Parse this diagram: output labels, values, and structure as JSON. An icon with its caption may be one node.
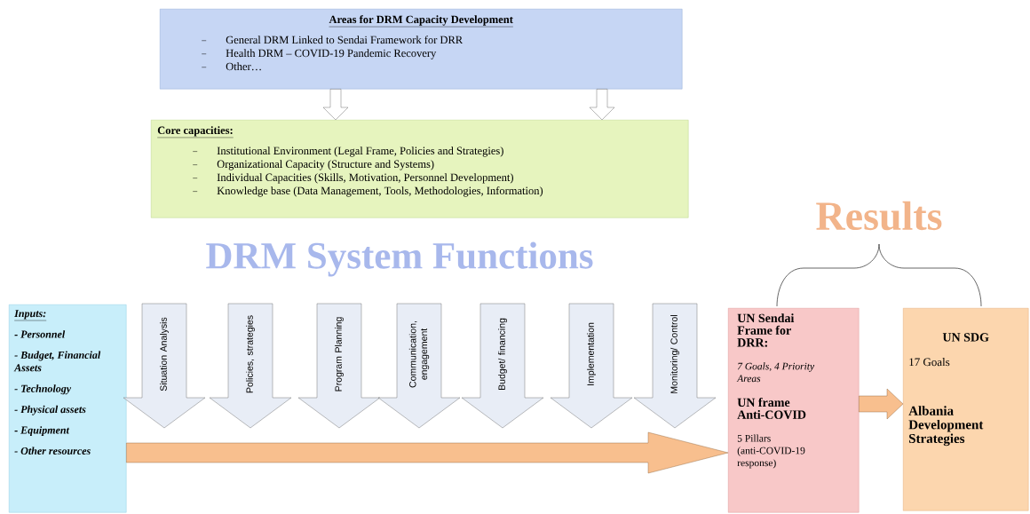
{
  "diagram": {
    "nodes": [
      {
        "text": [
          "Areas for DRM Capacity Development",
          "General DRM Linked to Sendai Framework for DRR",
          "Health DRM – COVID-19 Pandemic Recovery",
          "Other…"
        ]
      },
      {
        "text": [
          "Core capacities:",
          "Institutional Environment (Legal Frame, Policies and Strategies)",
          "Organizational Capacity (Structure and Systems)",
          "Individual Capacities (Skills, Motivation, Personnel Development)",
          "Knowledge base (Data Management, Tools, Methodologies, Information)"
        ]
      },
      {
        "text": [
          "Inputs:",
          "- Personnel",
          "- Budget, Financial Assets",
          "- Technology",
          "- Physical assets",
          "- Equipment",
          "- Other resources"
        ]
      },
      {
        "text": [
          "Situation Analysis"
        ]
      },
      {
        "text": [
          "Policies, strategies"
        ]
      },
      {
        "text": [
          "Program Planning"
        ]
      },
      {
        "text": [
          "Communication, engagement"
        ]
      },
      {
        "text": [
          "Budget/ financing"
        ]
      },
      {
        "text": [
          "Implementation"
        ]
      },
      {
        "text": [
          "Monitoring/ Control"
        ]
      },
      {
        "text": [
          "UN Sendai Frame for DRR:",
          "7 Goals, 4 Priority Areas",
          "UN frame Anti-COVID",
          "5 Pillars (anti-COVID-19 response)"
        ]
      },
      {
        "text": [
          "UN SDG",
          "17 Goals",
          "Albania Development Strategies"
        ]
      }
    ],
    "edges": [
      {
        "from": 0,
        "to": 1,
        "arrow": "to"
      },
      {
        "from": 0,
        "to": 1,
        "arrow": "to"
      },
      {
        "from": 2,
        "to": 10,
        "arrow": "to",
        "color": "#f8bf8e"
      },
      {
        "from": 10,
        "to": 11,
        "arrow": "to",
        "color": "#f8bf8e"
      }
    ],
    "labels": [
      "DRM System Functions",
      "Results"
    ]
  }
}
